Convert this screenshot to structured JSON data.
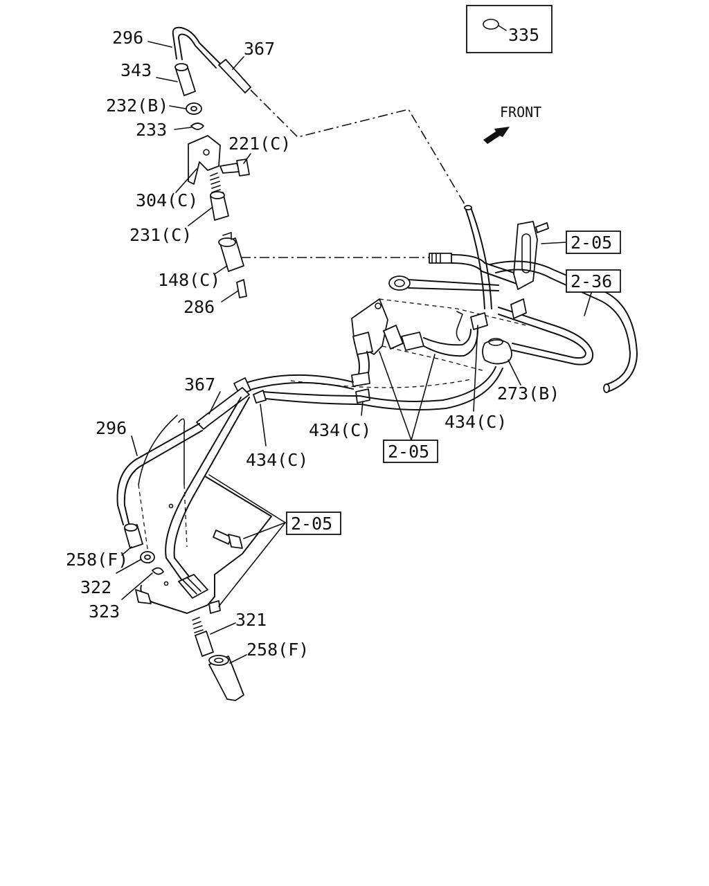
{
  "legend": {
    "label": "335",
    "icon": "o-ring-icon"
  },
  "direction": {
    "label": "FRONT",
    "icon": "front-arrow-icon"
  },
  "callouts": {
    "c296_top": "296",
    "c367_top": "367",
    "c343": "343",
    "c232b": "232(B)",
    "c233": "233",
    "c221c": "221(C)",
    "c304c": "304(C)",
    "c231c": "231(C)",
    "c148c": "148(C)",
    "c286": "286",
    "c367_bot": "367",
    "c296_bot": "296",
    "c434c_a": "434(C)",
    "c434c_b": "434(C)",
    "c434c_c": "434(C)",
    "c273b": "273(B)",
    "c258f_a": "258(F)",
    "c322": "322",
    "c323": "323",
    "c321": "321",
    "c258f_b": "258(F)"
  },
  "references": {
    "r205_a": "2-05",
    "r236": "2-36",
    "r205_b": "2-05",
    "r205_c": "2-05"
  }
}
